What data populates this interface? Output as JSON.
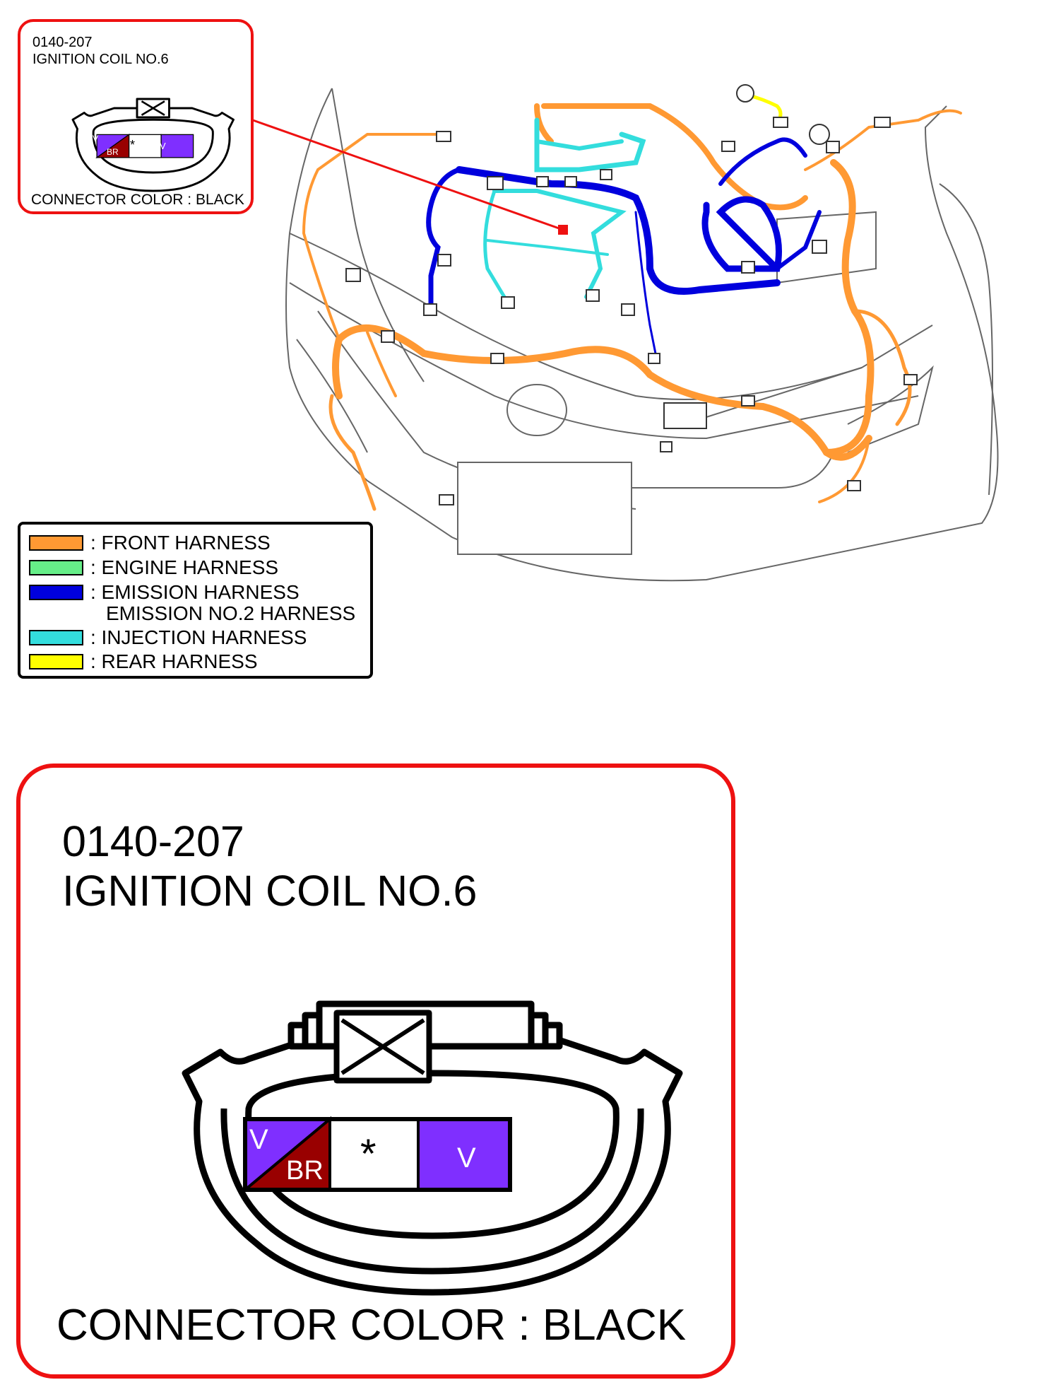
{
  "small_callout": {
    "code": "0140-207",
    "name": "IGNITION COIL NO.6",
    "connector_color": "CONNECTOR COLOR : BLACK"
  },
  "large_callout": {
    "code": "0140-207",
    "name": "IGNITION COIL NO.6",
    "connector_color": "CONNECTOR COLOR : BLACK"
  },
  "connector": {
    "pins": [
      {
        "wire_top": "V",
        "wire_bottom": "BR",
        "color_top": "#7F2FFF",
        "color_bottom": "#990000"
      },
      {
        "label": "*",
        "color": "#FFFFFF"
      },
      {
        "label": "V",
        "color": "#7F2FFF"
      }
    ]
  },
  "legend": {
    "items": [
      {
        "label": ": FRONT HARNESS",
        "color": "#FF9933"
      },
      {
        "label": ": ENGINE HARNESS",
        "color": "#66EE88"
      },
      {
        "label": ": EMISSION HARNESS",
        "label2": "EMISSION NO.2 HARNESS",
        "color": "#0000DD"
      },
      {
        "label": ": INJECTION HARNESS",
        "color": "#33DDDD"
      },
      {
        "label": ": REAR HARNESS",
        "color": "#FFFF00"
      }
    ]
  },
  "colors": {
    "callout_border": "#EE1111",
    "front": "#FF9933",
    "emission": "#0000DD",
    "injection": "#33DDDD",
    "rear": "#FFFF00",
    "highlight": "#EE1111"
  }
}
